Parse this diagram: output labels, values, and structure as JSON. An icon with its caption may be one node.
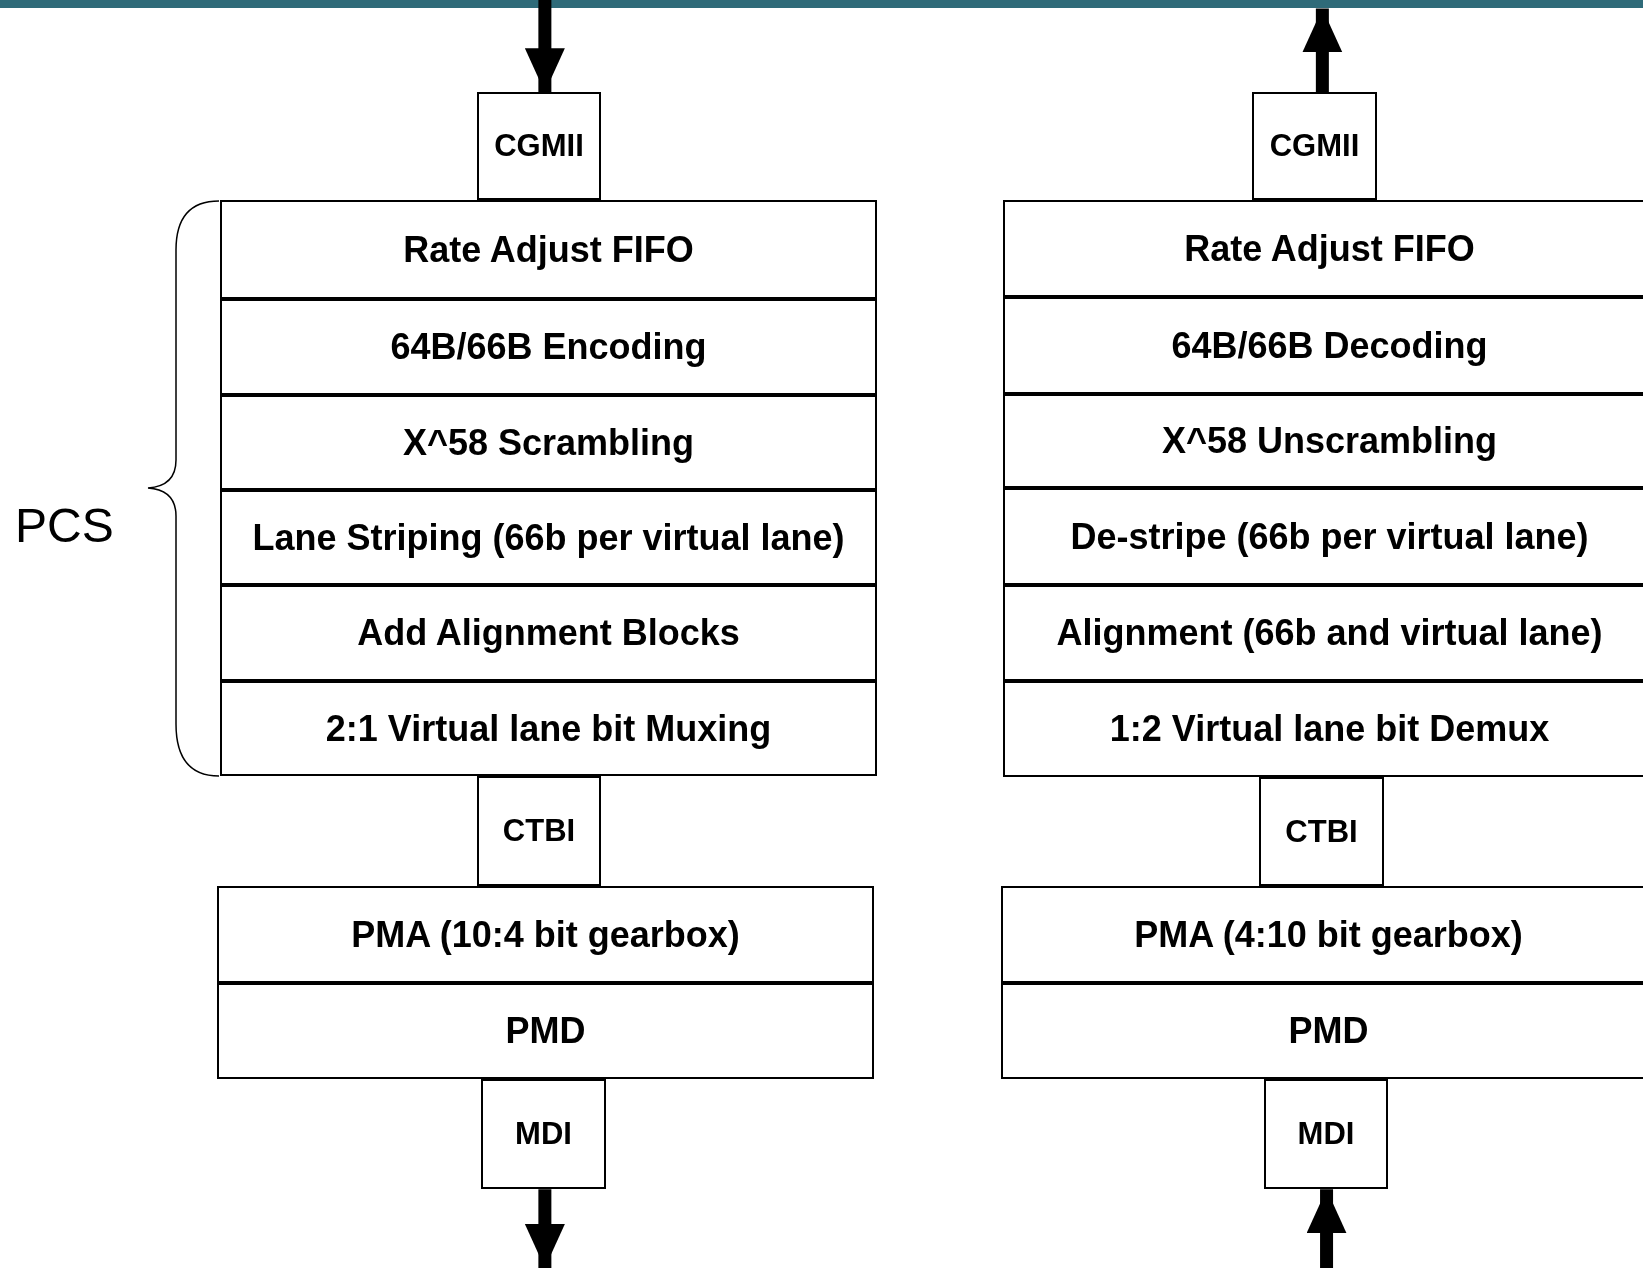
{
  "diagram": {
    "nodes": [
      {
        "text": [
          "CGMII"
        ]
      },
      {
        "text": [
          "Rate Adjust FIFO"
        ]
      },
      {
        "text": [
          "64B/66B Encoding"
        ]
      },
      {
        "text": [
          "X^58 Scrambling"
        ]
      },
      {
        "text": [
          "Lane Striping (66b per virtual lane)"
        ]
      },
      {
        "text": [
          "Add Alignment Blocks"
        ]
      },
      {
        "text": [
          "2:1 Virtual lane bit Muxing"
        ]
      },
      {
        "text": [
          "CTBI"
        ]
      },
      {
        "text": [
          "PMA (10:4 bit gearbox)"
        ]
      },
      {
        "text": [
          "PMD"
        ]
      },
      {
        "text": [
          "MDI"
        ]
      },
      {
        "text": [
          "CGMII"
        ]
      },
      {
        "text": [
          "Rate Adjust FIFO"
        ]
      },
      {
        "text": [
          "64B/66B Decoding"
        ]
      },
      {
        "text": [
          "X^58 Unscrambling"
        ]
      },
      {
        "text": [
          "De-stripe (66b per virtual lane)"
        ]
      },
      {
        "text": [
          "Alignment (66b and virtual lane)"
        ]
      },
      {
        "text": [
          "1:2 Virtual lane bit Demux"
        ]
      },
      {
        "text": [
          "CTBI"
        ]
      },
      {
        "text": [
          "PMA (4:10 bit gearbox)"
        ]
      },
      {
        "text": [
          "PMD"
        ]
      },
      {
        "text": [
          "MDI"
        ]
      }
    ],
    "edges": [
      {
        "from": null,
        "to": 0,
        "arrow": "to"
      },
      {
        "from": 10,
        "to": null,
        "arrow": "to"
      },
      {
        "from": 11,
        "to": null,
        "arrow": "to"
      },
      {
        "from": null,
        "to": 21,
        "arrow": "to"
      }
    ],
    "labels": [
      "PCS"
    ]
  }
}
